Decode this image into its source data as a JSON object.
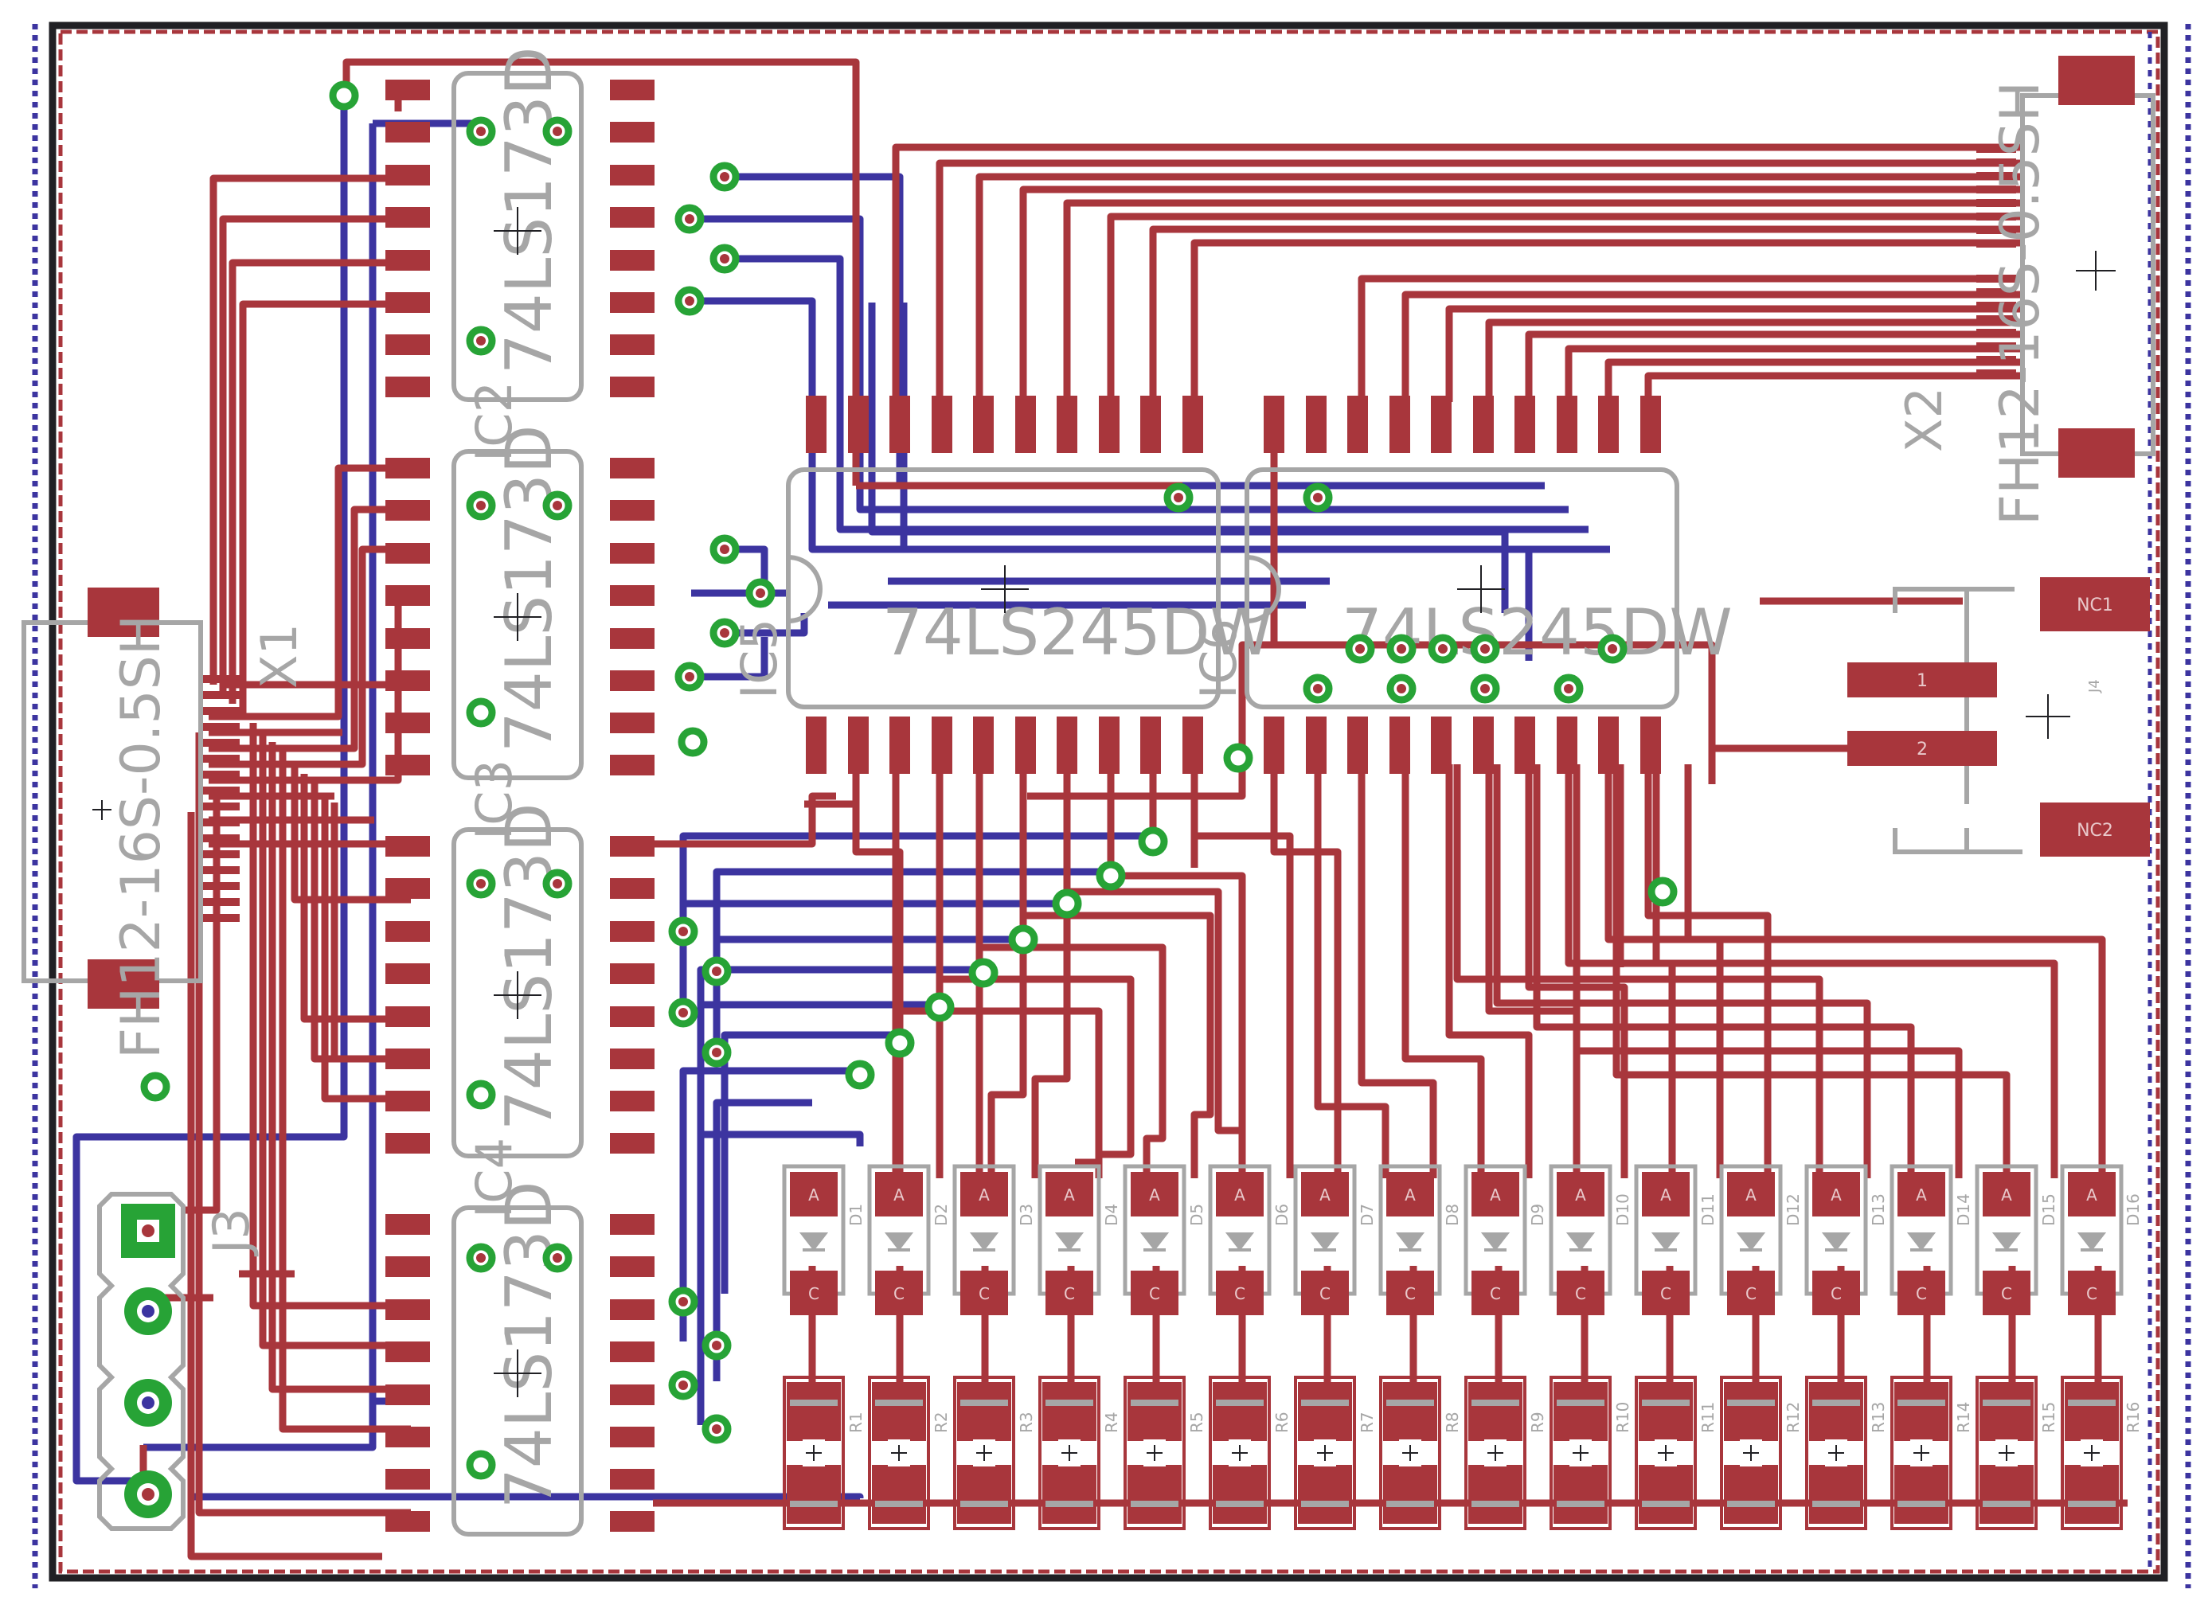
{
  "colors": {
    "background": "#ffffff",
    "top_copper": "#a8363c",
    "bottom_copper": "#3c34a0",
    "silkscreen": "#a6a6a6",
    "via_ring": "#27a336",
    "outline": "#202024",
    "pad_label": "#e9c9cb"
  },
  "connectors": {
    "x1_value": "FH12-16S-0.5SH",
    "x1_name": "X1",
    "x2_value": "FH12-16S-0.5SH",
    "x2_name": "X2",
    "j3_name": "J3",
    "j4_name": "J4",
    "j4_pads": [
      "NC1",
      "1",
      "2",
      "NC2"
    ]
  },
  "chips": {
    "ic1_value": "74LS173D",
    "ic2_value": "74LS173D",
    "ic3_value": "74LS173D",
    "ic4_value": "74LS173D",
    "ic2_name": "IC2",
    "ic3_name": "IC3",
    "ic4_name": "IC4",
    "ic5_value": "74LS245DW",
    "ic6_value": "74LS245DW",
    "ic5_name": "IC5",
    "ic6_name": "IC6"
  },
  "leds": {
    "anode_label": "A",
    "cathode_label": "C",
    "names": [
      "D1",
      "D2",
      "D3",
      "D4",
      "D5",
      "D6",
      "D7",
      "D8",
      "D9",
      "D10",
      "D11",
      "D12",
      "D13",
      "D14",
      "D15",
      "D16"
    ]
  },
  "resistors": {
    "names": [
      "R1",
      "R2",
      "R3",
      "R4",
      "R5",
      "R6",
      "R7",
      "R8",
      "R9",
      "R10",
      "R11",
      "R12",
      "R13",
      "R14",
      "R15",
      "R16"
    ]
  }
}
